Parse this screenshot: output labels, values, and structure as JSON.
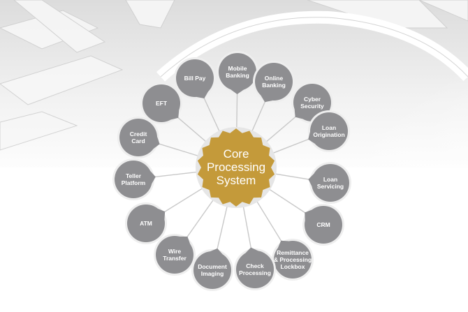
{
  "center": {
    "label_lines": [
      "Core",
      "Processing",
      "System"
    ],
    "color": "#c49a3a"
  },
  "node_color": "#8e8e91",
  "nodes": [
    {
      "id": "mobile-banking",
      "lines": [
        "Mobile",
        "Banking"
      ]
    },
    {
      "id": "online-banking",
      "lines": [
        "Online",
        "Banking"
      ]
    },
    {
      "id": "cyber-security",
      "lines": [
        "Cyber",
        "Security"
      ]
    },
    {
      "id": "loan-origination",
      "lines": [
        "Loan",
        "Origination"
      ]
    },
    {
      "id": "loan-servicing",
      "lines": [
        "Loan",
        "Servicing"
      ]
    },
    {
      "id": "crm",
      "lines": [
        "CRM"
      ]
    },
    {
      "id": "remittance-processing-lockbox",
      "lines": [
        "Remittance",
        "& Processing",
        "Lockbox"
      ]
    },
    {
      "id": "check-processing",
      "lines": [
        "Check",
        "Processing"
      ]
    },
    {
      "id": "document-imaging",
      "lines": [
        "Document",
        "Imaging"
      ]
    },
    {
      "id": "wire-transfer",
      "lines": [
        "Wire",
        "Transfer"
      ]
    },
    {
      "id": "atm",
      "lines": [
        "ATM"
      ]
    },
    {
      "id": "teller-platform",
      "lines": [
        "Teller",
        "Platform"
      ]
    },
    {
      "id": "credit-card",
      "lines": [
        "Credit",
        "Card"
      ]
    },
    {
      "id": "eft",
      "lines": [
        "EFT"
      ]
    },
    {
      "id": "bill-pay",
      "lines": [
        "Bill Pay"
      ]
    }
  ]
}
